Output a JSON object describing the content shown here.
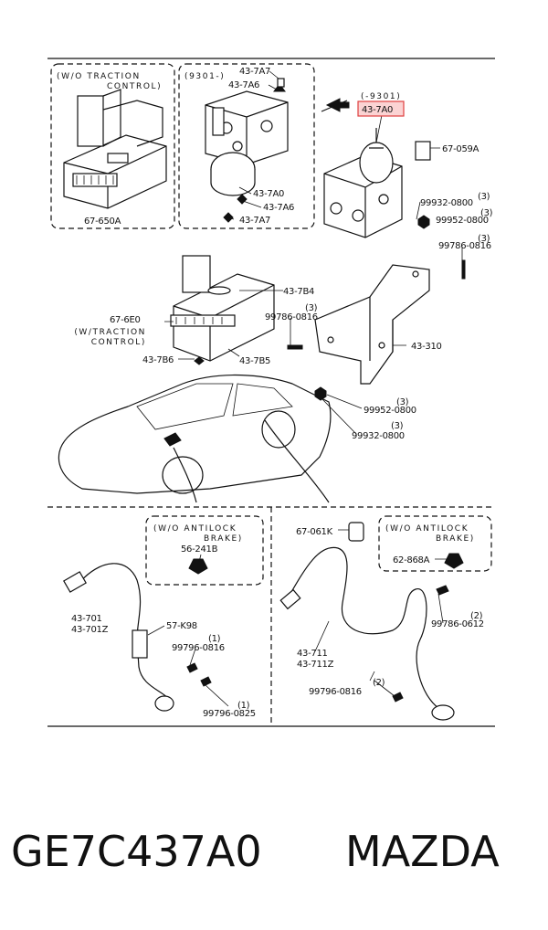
{
  "notes": {
    "wo_traction_control": "(W/O TRACTION\nCONTROL)",
    "w_traction_control": "(W/TRACTION\nCONTROL)",
    "serial_9301_after": "(9301-)",
    "serial_9301_before": "(-9301)",
    "wo_antilock_brake_left": "(W/O ANTILOCK\nBRAKE)",
    "wo_antilock_brake_right": "(W/O ANTILOCK\nBRAKE)"
  },
  "labels": [
    "67-650A",
    "43-7A7",
    "43-7A6",
    "43-7A0",
    "43-7A6",
    "43-7A7",
    "43-7A0",
    "67-059A",
    "99932-0800",
    "(3)",
    "99952-0800",
    "(3)",
    "99786-0816",
    "(3)",
    "43-7B4",
    "67-6E0",
    "99786-0816",
    "(3)",
    "43-310",
    "43-7B6",
    "43-7B5",
    "99952-0800",
    "(3)",
    "99932-0800",
    "(3)",
    "56-241B",
    "43-701",
    "43-701Z",
    "57-K98",
    "99796-0816",
    "(1)",
    "99796-0825",
    "(1)",
    "67-061K",
    "62-868A",
    "99786-0612",
    "(2)",
    "43-711",
    "43-711Z",
    "99796-0816",
    "(2)"
  ],
  "highlight": {
    "part": "43-7A0",
    "color": "#e04040"
  },
  "caption": {
    "part_number": "GE7C437A0",
    "brand": "MAZDA"
  }
}
